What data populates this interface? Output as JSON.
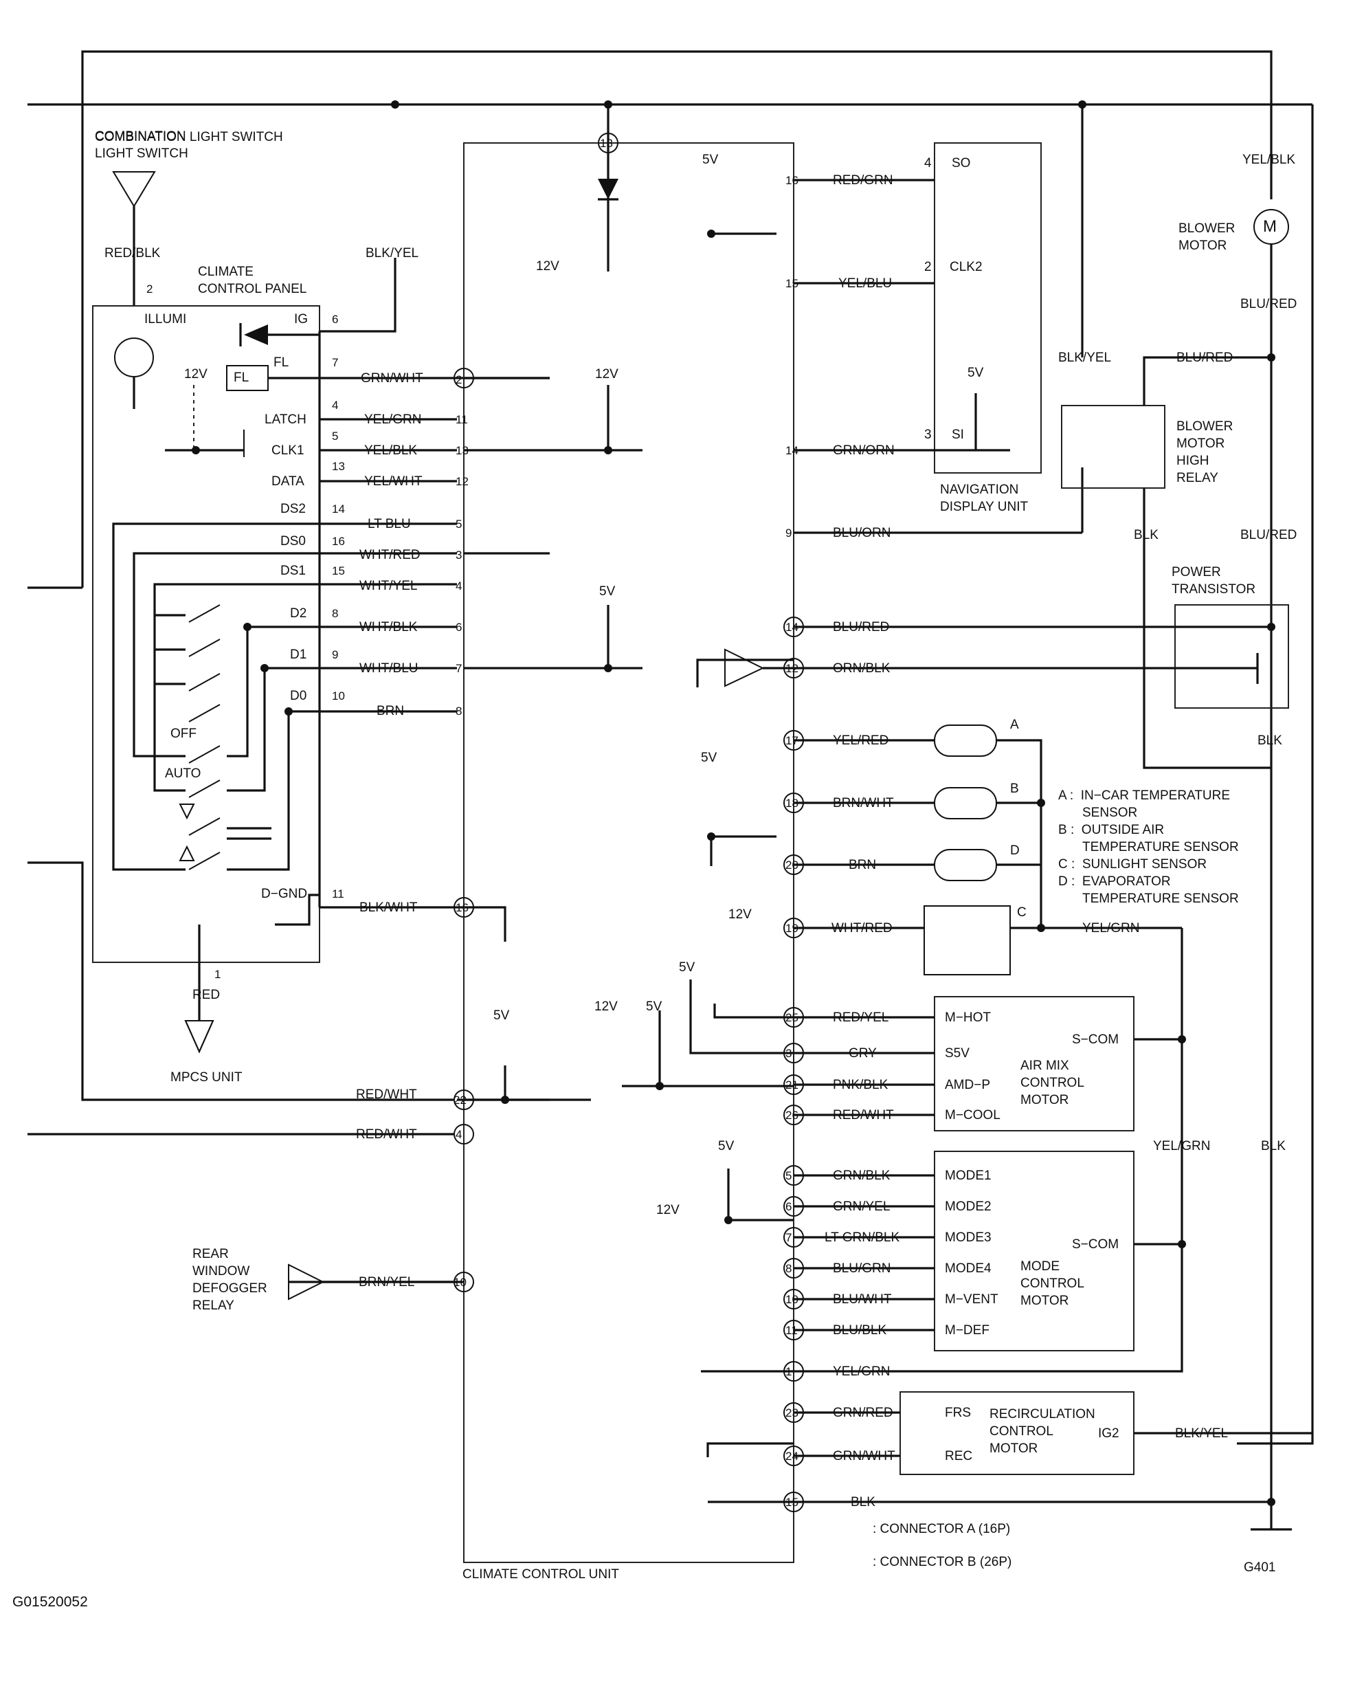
{
  "components": {
    "combination_light_switch": "COMBINATION\nLIGHT SWITCH",
    "climate_control_panel": "CLIMATE\nCONTROL PANEL",
    "climate_control_unit": "CLIMATE CONTROL UNIT",
    "navigation_display_unit": "NAVIGATION\nDISPLAY UNIT",
    "blower_motor": "BLOWER\nMOTOR",
    "blower_motor_high_relay": "BLOWER\nMOTOR\nHIGH\nRELAY",
    "power_transistor": "POWER\nTRANSISTOR",
    "mpcs_unit": "MPCS UNIT",
    "rear_window_defogger_relay": "REAR\nWINDOW\nDEFOGGER\nRELAY",
    "air_mix_control_motor": "AIR MIX\nCONTROL\nMOTOR",
    "mode_control_motor": "MODE\nCONTROL\nMOTOR",
    "recirculation_control_motor": "RECIRCULATION\nCONTROL\nMOTOR",
    "motor_symbol": "M"
  },
  "panel_terminals": {
    "illumi": "ILLUMI",
    "ig": "IG",
    "fl": "FL",
    "fl_box": "FL",
    "latch": "LATCH",
    "clk1": "CLK1",
    "data": "DATA",
    "ds2": "DS2",
    "ds0": "DS0",
    "ds1": "DS1",
    "d2": "D2",
    "d1": "D1",
    "d0": "D0",
    "d_gnd": "D−GND",
    "off": "OFF",
    "auto": "AUTO"
  },
  "panel_pins": [
    "2",
    "6",
    "7",
    "4",
    "5",
    "13",
    "14",
    "16",
    "15",
    "8",
    "9",
    "10",
    "11",
    "1"
  ],
  "voltages": {
    "v12": "12V",
    "v5": "5V"
  },
  "wires": {
    "red_blk": "RED/BLK",
    "blk_yel_top": "BLK/YEL",
    "grn_wht": "GRN/WHT",
    "yel_grn": "YEL/GRN",
    "yel_blk": "YEL/BLK",
    "yel_wht": "YEL/WHT",
    "lt_blu": "LT BLU",
    "wht_red": "WHT/RED",
    "wht_yel": "WHT/YEL",
    "wht_blk": "WHT/BLK",
    "wht_blu": "WHT/BLU",
    "brn": "BRN",
    "blk_wht": "BLK/WHT",
    "red": "RED",
    "red_wht": "RED/WHT",
    "brn_yel": "BRN/YEL",
    "red_grn": "RED/GRN",
    "yel_blu": "YEL/BLU",
    "grn_orn": "GRN/ORN",
    "blu_orn": "BLU/ORN",
    "blu_red": "BLU/RED",
    "orn_blk": "ORN/BLK",
    "yel_red": "YEL/RED",
    "brn_wht": "BRN/WHT",
    "red_yel": "RED/YEL",
    "gry": "GRY",
    "pnk_blk": "PNK/BLK",
    "grn_blk": "GRN/BLK",
    "grn_yel": "GRN/YEL",
    "lt_grn_blk": "LT GRN/BLK",
    "blu_grn": "BLU/GRN",
    "blu_wht": "BLU/WHT",
    "blu_blk": "BLU/BLK",
    "grn_red": "GRN/RED",
    "blk": "BLK",
    "blk_yel": "BLK/YEL"
  },
  "unit_connectors": [
    "2",
    "11",
    "13",
    "12",
    "5",
    "3",
    "4",
    "6",
    "7",
    "8",
    "16",
    "22",
    "4",
    "10",
    "13",
    "16",
    "15",
    "14",
    "9",
    "14",
    "12",
    "17",
    "18",
    "20",
    "19",
    "25",
    "3",
    "21",
    "26",
    "5",
    "6",
    "7",
    "8",
    "10",
    "11",
    "1",
    "23",
    "24",
    "15"
  ],
  "nav_terminals": {
    "so": "SO",
    "clk2": "CLK2",
    "si": "SI",
    "pin_so": "4",
    "pin_clk2": "2",
    "pin_si": "3"
  },
  "motor_terminals": {
    "m_hot": "M−HOT",
    "s5v": "S5V",
    "amd_p": "AMD−P",
    "m_cool": "M−COOL",
    "s_com": "S−COM",
    "mode1": "MODE1",
    "mode2": "MODE2",
    "mode3": "MODE3",
    "mode4": "MODE4",
    "m_vent": "M−VENT",
    "m_def": "M−DEF",
    "frs": "FRS",
    "rec": "REC",
    "ig2": "IG2"
  },
  "sensor_legend": {
    "a": "A :  IN−CAR TEMPERATURE",
    "a2": "SENSOR",
    "b": "B :  OUTSIDE AIR",
    "b2": "TEMPERATURE SENSOR",
    "c": "C :  SUNLIGHT SENSOR",
    "d": "D :  EVAPORATOR",
    "d2": "TEMPERATURE SENSOR"
  },
  "sensor_letters": [
    "A",
    "B",
    "D",
    "C"
  ],
  "connector_legend": {
    "a": ": CONNECTOR A (16P)",
    "b": ": CONNECTOR B (26P)"
  },
  "ground_id": "G401",
  "figure_id": "G01520052"
}
